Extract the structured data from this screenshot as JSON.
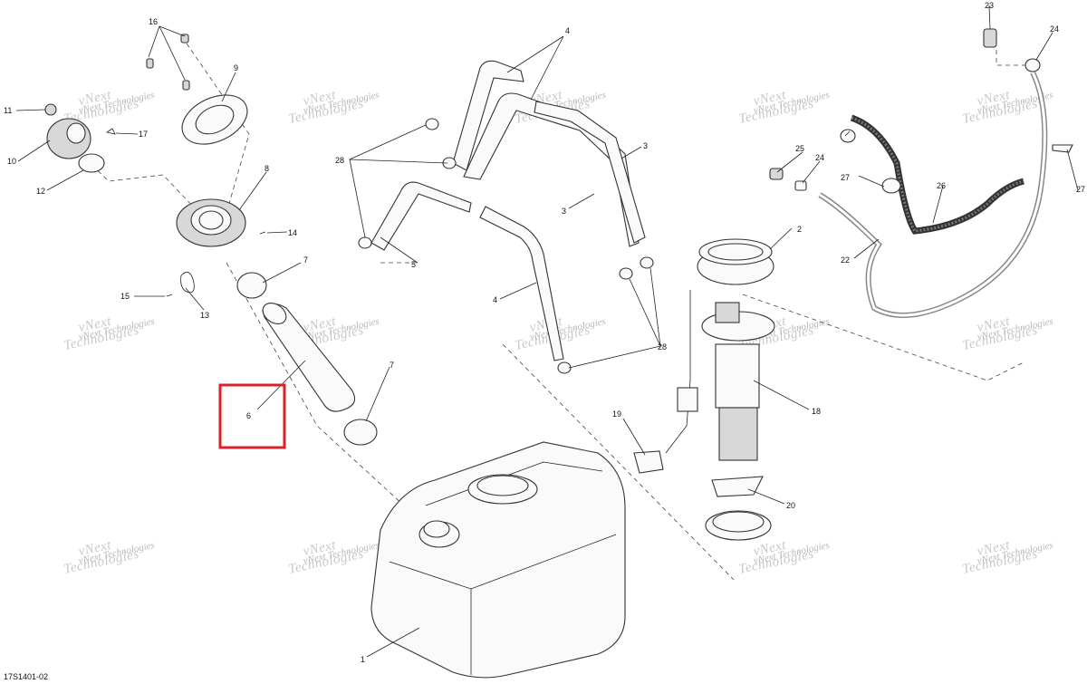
{
  "diagram": {
    "reference_code": "17S1401-02",
    "watermark": {
      "line1": "vNext Technologies",
      "line2": "vNext",
      "line3": "Technologies"
    },
    "highlight_target": "6",
    "callouts": [
      {
        "id": "c1",
        "label": "1"
      },
      {
        "id": "c2",
        "label": "2"
      },
      {
        "id": "c3a",
        "label": "3"
      },
      {
        "id": "c3b",
        "label": "3"
      },
      {
        "id": "c4a",
        "label": "4"
      },
      {
        "id": "c4b",
        "label": "4"
      },
      {
        "id": "c5",
        "label": "5"
      },
      {
        "id": "c6",
        "label": "6"
      },
      {
        "id": "c7a",
        "label": "7"
      },
      {
        "id": "c7b",
        "label": "7"
      },
      {
        "id": "c8",
        "label": "8"
      },
      {
        "id": "c9",
        "label": "9"
      },
      {
        "id": "c10",
        "label": "10"
      },
      {
        "id": "c11",
        "label": "11"
      },
      {
        "id": "c12",
        "label": "12"
      },
      {
        "id": "c13",
        "label": "13"
      },
      {
        "id": "c14",
        "label": "14"
      },
      {
        "id": "c15",
        "label": "15"
      },
      {
        "id": "c16",
        "label": "16"
      },
      {
        "id": "c17",
        "label": "17"
      },
      {
        "id": "c18",
        "label": "18"
      },
      {
        "id": "c19",
        "label": "19"
      },
      {
        "id": "c20",
        "label": "20"
      },
      {
        "id": "c22",
        "label": "22"
      },
      {
        "id": "c23",
        "label": "23"
      },
      {
        "id": "c24a",
        "label": "24"
      },
      {
        "id": "c24b",
        "label": "24"
      },
      {
        "id": "c25",
        "label": "25"
      },
      {
        "id": "c26",
        "label": "26"
      },
      {
        "id": "c27a",
        "label": "27"
      },
      {
        "id": "c27b",
        "label": "27"
      },
      {
        "id": "c28a",
        "label": "28"
      },
      {
        "id": "c28b",
        "label": "28"
      }
    ]
  },
  "colors": {
    "highlight": "#d9232a",
    "linework": "#222222",
    "watermark": "#b8b8b8"
  }
}
